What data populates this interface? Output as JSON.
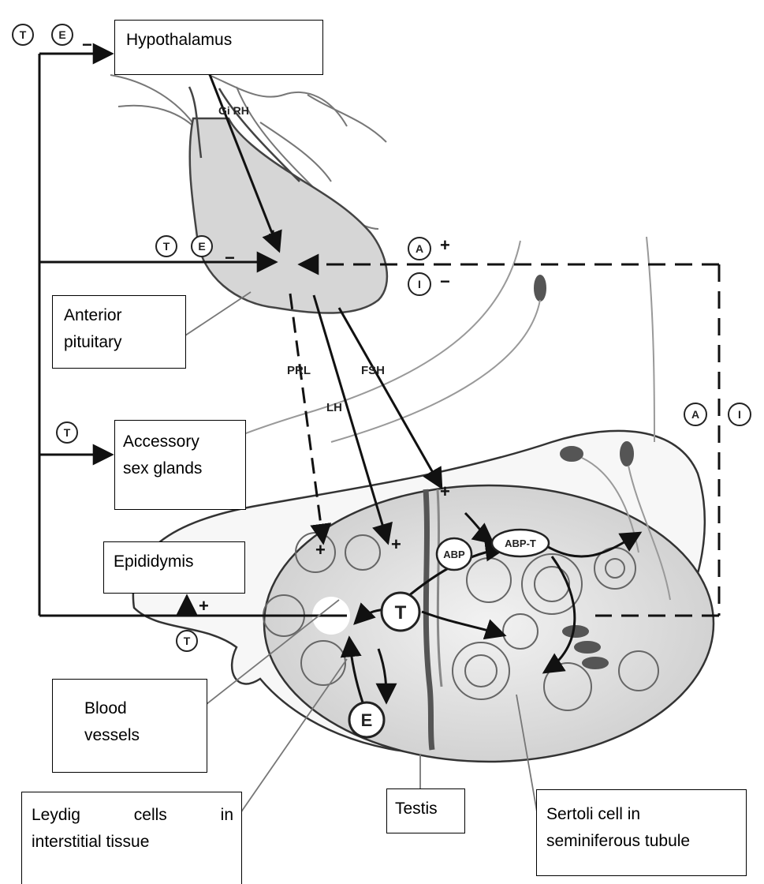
{
  "callouts": {
    "hypothalamus": "Hypothalamus",
    "anterior_pituitary_line1": "Anterior",
    "anterior_pituitary_line2": "pituitary",
    "accessory_line1": "Accessory",
    "accessory_line2": "sex glands",
    "epididymis": "Epididymis",
    "blood_line1": "Blood",
    "blood_line2": "vessels",
    "leydig_line1": "Leydig cells in",
    "leydig_line2": "interstitial tissue",
    "testis": "Testis",
    "sertoli_line1": "Sertoli cell in",
    "sertoli_line2": "seminiferous tubule"
  },
  "hormones": {
    "gnrh": "Gi RH",
    "prl": "PRL",
    "lh": "LH",
    "fsh": "FSH"
  },
  "symbols": {
    "testosterone": "T",
    "estrogen": "E",
    "activin": "A",
    "inhibin": "I",
    "abp": "ABP",
    "abp_t": "ABP-T",
    "plus": "+",
    "minus": "−"
  }
}
